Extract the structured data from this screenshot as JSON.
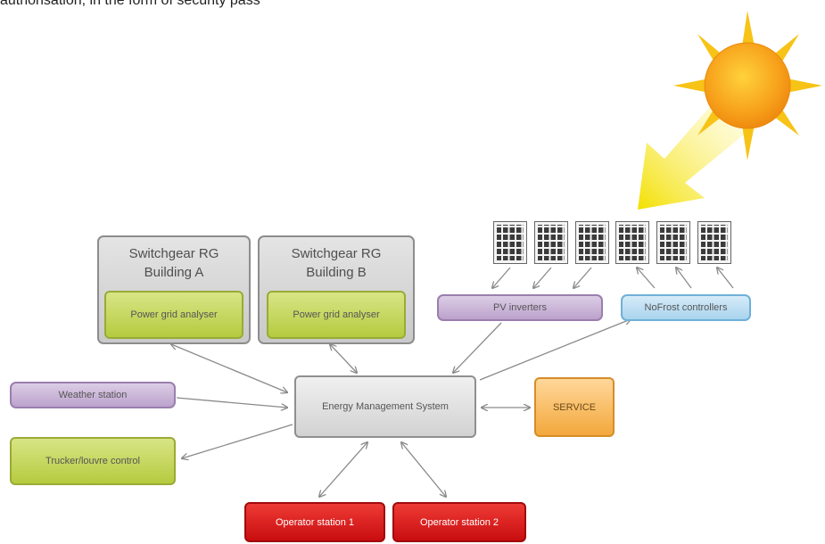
{
  "caption": "authorisation, in the form of security pass",
  "containers": {
    "switchgear_a": {
      "line1": "Switchgear RG",
      "line2": "Building A"
    },
    "switchgear_b": {
      "line1": "Switchgear RG",
      "line2": "Building B"
    }
  },
  "nodes": {
    "power_grid_analyser_a": "Power grid analyser",
    "power_grid_analyser_b": "Power grid analyser",
    "pv_inverters": "PV inverters",
    "nofrost_controllers": "NoFrost controllers",
    "weather_station": "Weather station",
    "energy_management_system": "Energy Management System",
    "service": "SERVICE",
    "trucker_louvre_control": "Trucker/louvre control",
    "operator_station_1": "Operator station 1",
    "operator_station_2": "Operator station 2"
  },
  "icons": {
    "sun": "sun-icon",
    "sun_ray": "sunlight-arrow-icon",
    "solar_panel": "solar-panel-icon"
  },
  "colors": {
    "green": "#b5cb3f",
    "purple": "#bca2cc",
    "blue": "#a9d4ee",
    "gray": "#d2d2d2",
    "orange": "#f3a83c",
    "red": "#c90d10",
    "sun": "#f6a21a",
    "ray": "#f3e000"
  },
  "solar_panel_count": 6
}
